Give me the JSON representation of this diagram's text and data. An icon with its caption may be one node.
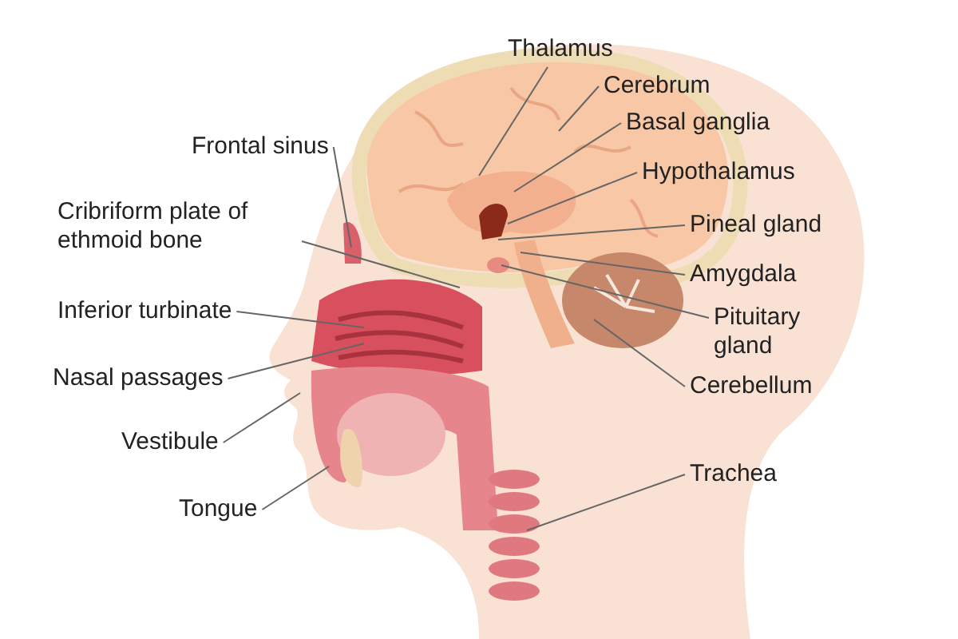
{
  "diagram": {
    "nodes": [
      {
        "text": [
          "Thalamus"
        ]
      },
      {
        "text": [
          "Cerebrum"
        ]
      },
      {
        "text": [
          "Basal ganglia"
        ]
      },
      {
        "text": [
          "Frontal sinus"
        ]
      },
      {
        "text": [
          "Hypothalamus"
        ]
      },
      {
        "text": [
          "Cribriform plate of ethmoid bone"
        ]
      },
      {
        "text": [
          "Pineal gland"
        ]
      },
      {
        "text": [
          "Amygdala"
        ]
      },
      {
        "text": [
          "Inferior turbinate"
        ]
      },
      {
        "text": [
          "Pituitary gland"
        ]
      },
      {
        "text": [
          "Nasal passages"
        ]
      },
      {
        "text": [
          "Cerebellum"
        ]
      },
      {
        "text": [
          "Vestibule"
        ]
      },
      {
        "text": [
          "Trachea"
        ]
      },
      {
        "text": [
          "Tongue"
        ]
      }
    ],
    "edges": [
      {
        "from": 0,
        "to": null,
        "arrow": "none"
      },
      {
        "from": 1,
        "to": null,
        "arrow": "none"
      },
      {
        "from": 2,
        "to": null,
        "arrow": "none"
      },
      {
        "from": 3,
        "to": null,
        "arrow": "none"
      },
      {
        "from": 4,
        "to": null,
        "arrow": "none"
      },
      {
        "from": 5,
        "to": null,
        "arrow": "none"
      },
      {
        "from": 6,
        "to": null,
        "arrow": "none"
      },
      {
        "from": 7,
        "to": null,
        "arrow": "none"
      },
      {
        "from": 8,
        "to": null,
        "arrow": "none"
      },
      {
        "from": 9,
        "to": null,
        "arrow": "none"
      },
      {
        "from": 10,
        "to": null,
        "arrow": "none"
      },
      {
        "from": 11,
        "to": null,
        "arrow": "none"
      },
      {
        "from": 12,
        "to": null,
        "arrow": "none"
      },
      {
        "from": 13,
        "to": null,
        "arrow": "none"
      },
      {
        "from": 14,
        "to": null,
        "arrow": "none"
      }
    ]
  }
}
